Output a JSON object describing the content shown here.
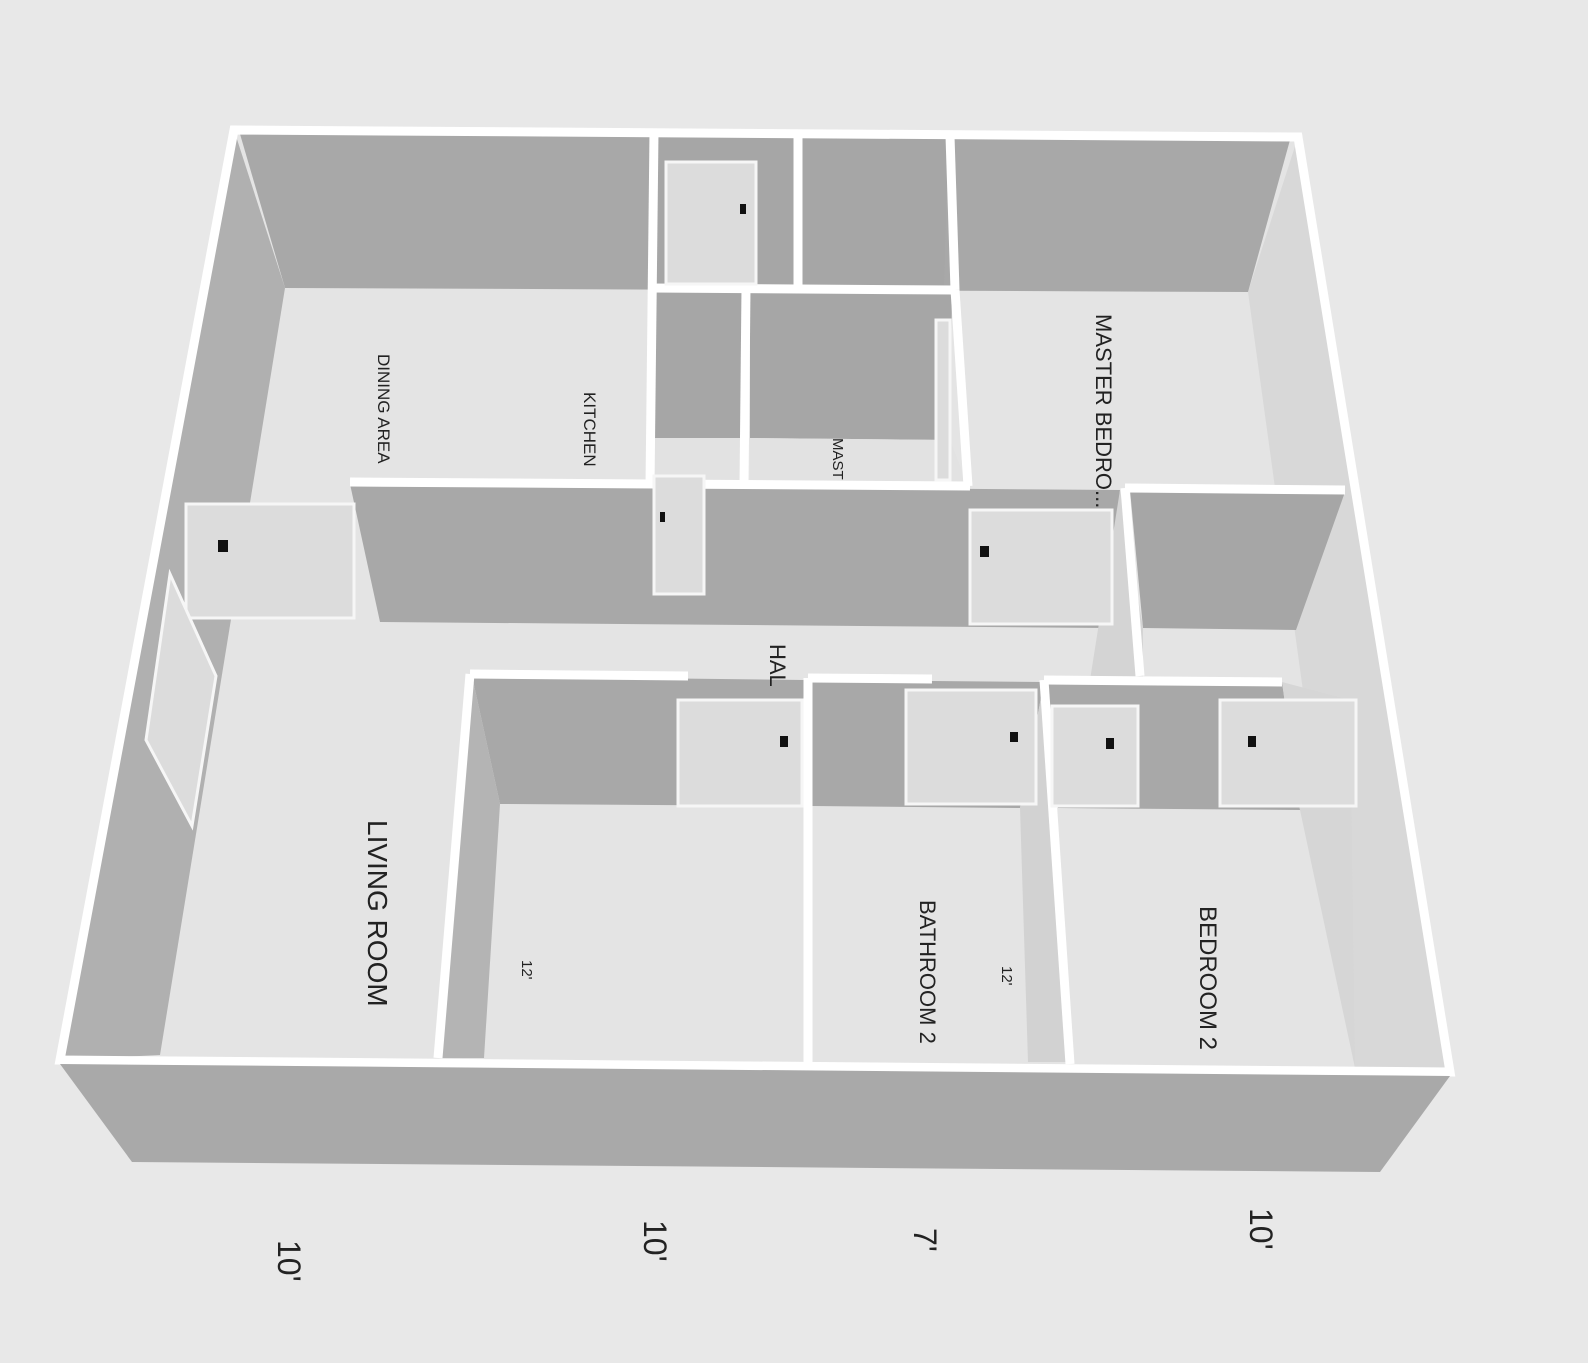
{
  "rooms": {
    "dining": "DINING AREA",
    "kitchen": "KITCHEN",
    "master_bedroom": "MASTER BEDRO...",
    "master_bath": "MAST",
    "hall": "HAL",
    "living_room": "LIVING ROOM",
    "bathroom2": "BATHROOM 2",
    "bedroom2": "BEDROOM 2"
  },
  "room_dims": {
    "room_a": "12'",
    "room_b": "12'"
  },
  "dimensions": [
    "10'",
    "10'",
    "7'",
    "10'"
  ],
  "colors": {
    "background": "#e8e8e8",
    "wall_face": "#a8a8a8",
    "wall_side": "#c4c4c4",
    "wall_top": "#ffffff",
    "floor": "#e6e6e6",
    "door": "#d8d8d8"
  }
}
